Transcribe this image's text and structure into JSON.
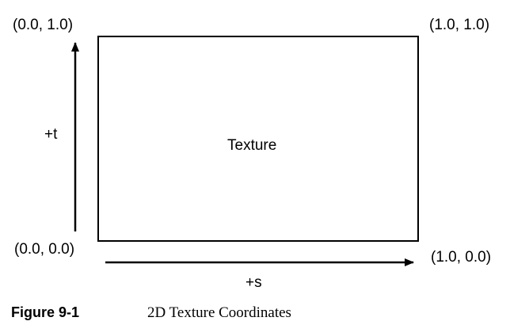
{
  "labels": {
    "top_left": "(0.0, 1.0)",
    "top_right": "(1.0, 1.0)",
    "bottom_left": "(0.0, 0.0)",
    "bottom_right": "(1.0, 0.0)",
    "t_axis": "+t",
    "s_axis": "+s",
    "center": "Texture"
  },
  "caption": {
    "number": "Figure 9-1",
    "title": "2D Texture Coordinates"
  },
  "colors": {
    "stroke": "#000000",
    "background": "#ffffff"
  }
}
